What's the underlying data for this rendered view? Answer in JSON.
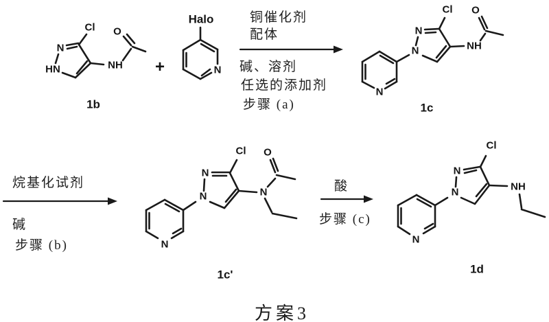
{
  "scheme": {
    "caption": "方案3",
    "plus_sign": "+"
  },
  "molecules": {
    "mol_1b": {
      "label": "1b",
      "atoms": {
        "cl": "Cl",
        "n2": "N",
        "n1": "HN",
        "o": "O",
        "nh": "NH"
      }
    },
    "halopyridine": {
      "substituent": "Halo",
      "atoms": {
        "n": "N"
      }
    },
    "mol_1c": {
      "label": "1c",
      "atoms": {
        "cl": "Cl",
        "o": "O",
        "n2": "N",
        "n1": "N",
        "nh": "NH",
        "py_n": "N"
      }
    },
    "mol_1cp": {
      "label": "1c'",
      "atoms": {
        "cl": "Cl",
        "o": "O",
        "n2": "N",
        "n1": "N",
        "n_amide": "N",
        "py_n": "N"
      }
    },
    "mol_1d": {
      "label": "1d",
      "atoms": {
        "cl": "Cl",
        "n2": "N",
        "n1": "N",
        "nh": "NH",
        "py_n": "N"
      }
    }
  },
  "reactions": {
    "step_a": {
      "above": [
        "铜催化剂",
        "配体"
      ],
      "below": [
        "碱、溶剂",
        "任选的添加剂",
        "步骤 (a)"
      ]
    },
    "step_b": {
      "above": [
        "烷基化试剂"
      ],
      "below": [
        "碱",
        "步骤 (b)"
      ]
    },
    "step_c": {
      "above": [
        "酸"
      ],
      "below": [
        "步骤 (c)"
      ]
    }
  }
}
